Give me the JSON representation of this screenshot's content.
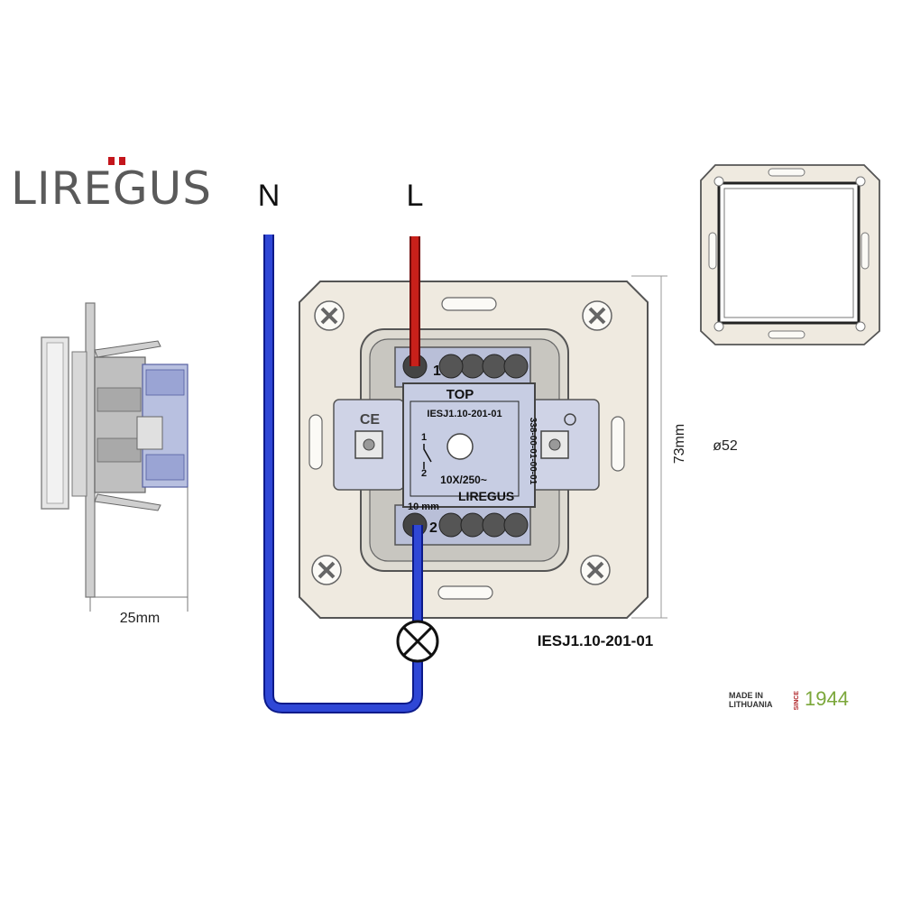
{
  "brand": {
    "name": "LIREGUS",
    "accent_color": "#c4161c"
  },
  "wires": {
    "neutral_label": "N",
    "live_label": "L",
    "neutral_color": "#1f2fbf",
    "live_color": "#b31212"
  },
  "module": {
    "terminal_top": "1",
    "terminal_bottom": "2",
    "orientation_label": "TOP",
    "code": "IESJ1.10-201-01",
    "rating": "10X/250~",
    "strip_length": "10 mm",
    "brand_mark": "LIREGUS",
    "side_code": "338-00-01-00-01",
    "switch_pos_1": "1",
    "switch_pos_2": "2"
  },
  "dimensions": {
    "depth": "25mm",
    "height": "73mm",
    "diameter": "ø52"
  },
  "product_code": "IESJ1.10-201-01",
  "made_in": {
    "line1": "MADE IN",
    "line2": "LITHUANIA",
    "since": "SINCE",
    "year": "1944",
    "year_color": "#7ba73a"
  }
}
